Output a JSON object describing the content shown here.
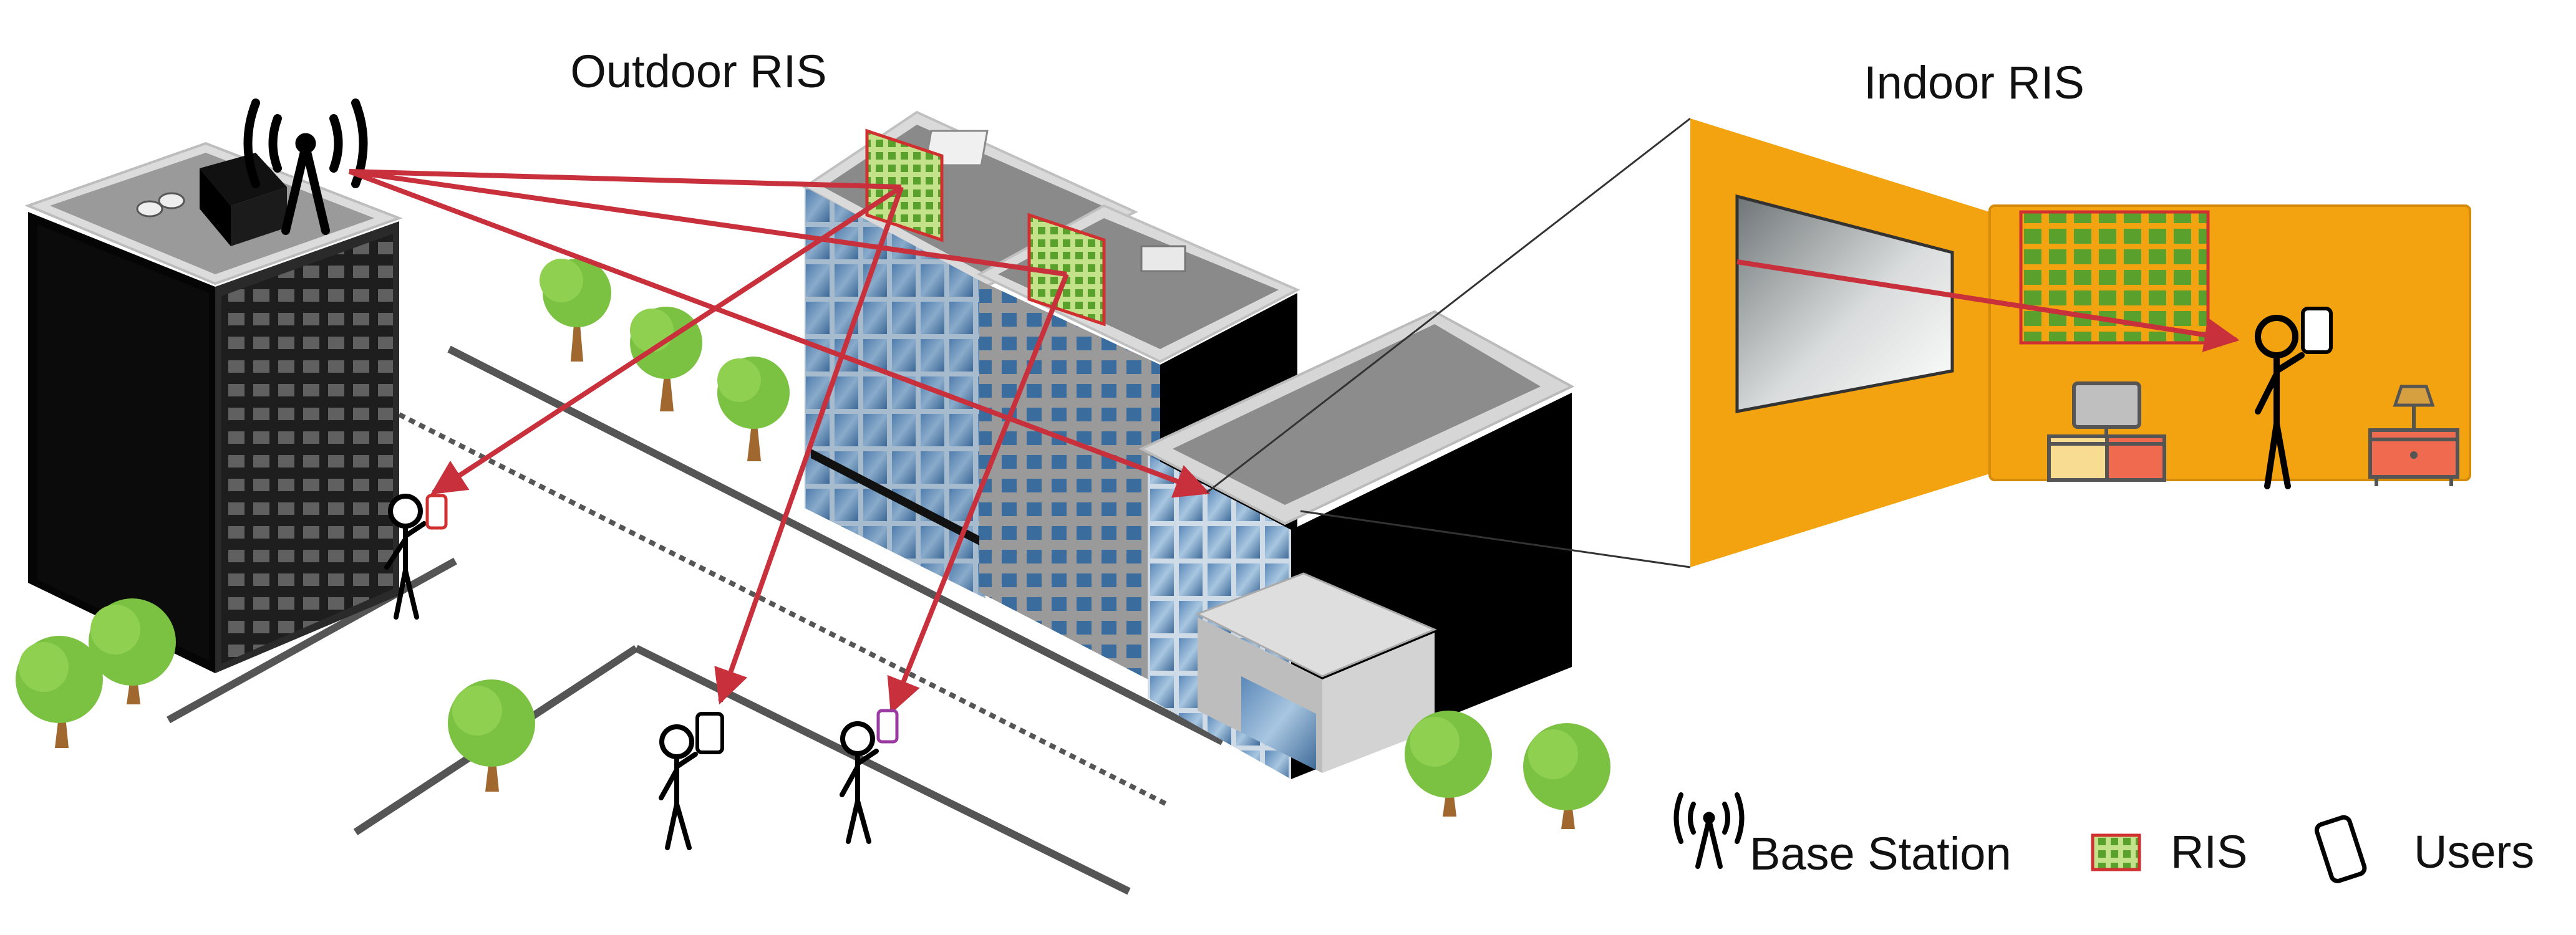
{
  "labels": {
    "outdoor_ris": "Outdoor RIS",
    "indoor_ris": "Indoor RIS"
  },
  "legend": {
    "base_station": "Base Station",
    "ris": "RIS",
    "users": "Users"
  },
  "colors": {
    "signal": "#c8303c",
    "ris_fill": "#c3e28a",
    "ris_cell": "#5aa02c",
    "room_wall": "#f2a30f",
    "tree": "#7bc142",
    "trunk": "#a0672e"
  },
  "icons": [
    "antenna-icon",
    "ris-panel-icon",
    "phone-icon",
    "person-icon",
    "tree-icon",
    "tv-icon",
    "lamp-icon"
  ]
}
